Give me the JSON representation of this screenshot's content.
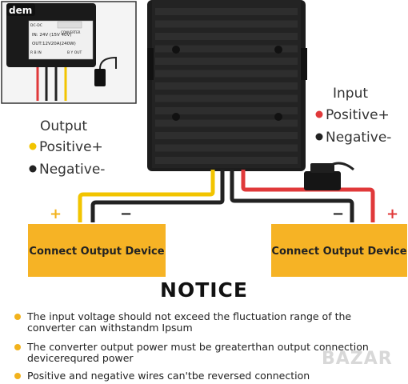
{
  "inset": {
    "brand": "dem",
    "module_model": "DC-DC",
    "module_type": "CONVERTER",
    "spec_in": "IN: 24V  (15V  40V)",
    "spec_out": "OUT:12V20A(240W)",
    "terminal_in": "R  B\nIN",
    "terminal_out": "B  Y\nOUT"
  },
  "input": {
    "title": "Input",
    "positive": "Positive+",
    "negative": "Negative-"
  },
  "output": {
    "title": "Output",
    "positive": "Positive+",
    "negative": "Negative-"
  },
  "left_box": {
    "label": "Connect Output Device",
    "plus": "+",
    "minus": "−"
  },
  "right_box": {
    "label": "Connect Output Device",
    "plus": "+",
    "minus": "−"
  },
  "notice": {
    "title": "NOTICE",
    "items": [
      "The input voltage should not exceed the fluctuation range of the converter can withstandm Ipsum",
      "The converter output power must be greaterthan output connection devicerequred power",
      "Positive and negative wires can'tbe reversed connection"
    ]
  },
  "watermark": "BAZAR",
  "colors": {
    "positive_output": "#f2c400",
    "positive_input": "#e0393a",
    "negative": "#222222",
    "device_box": "#f6b325",
    "accent_plus": "#f2b21c",
    "accent_plus_right": "#e0393a"
  }
}
